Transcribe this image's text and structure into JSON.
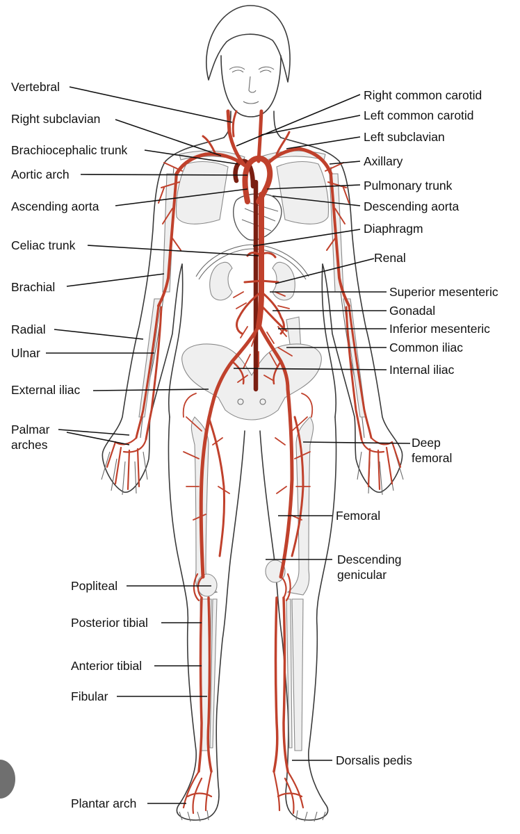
{
  "diagram": {
    "labels": {
      "vertebral": "Vertebral",
      "right_subclavian": "Right subclavian",
      "brachiocephalic_trunk": "Brachiocephalic trunk",
      "aortic_arch": "Aortic arch",
      "ascending_aorta": "Ascending aorta",
      "celiac_trunk": "Celiac trunk",
      "brachial": "Brachial",
      "radial": "Radial",
      "ulnar": "Ulnar",
      "external_iliac": "External iliac",
      "palmar_arches": "Palmar arches",
      "popliteal": "Popliteal",
      "posterior_tibial": "Posterior tibial",
      "anterior_tibial": "Anterior tibial",
      "fibular": "Fibular",
      "plantar_arch": "Plantar arch",
      "right_common_carotid": "Right common carotid",
      "left_common_carotid": "Left common carotid",
      "left_subclavian": "Left subclavian",
      "axillary": "Axillary",
      "pulmonary_trunk": "Pulmonary trunk",
      "descending_aorta": "Descending aorta",
      "diaphragm": "Diaphragm",
      "renal": "Renal",
      "superior_mesenteric": "Superior mesenteric",
      "gonadal": "Gonadal",
      "inferior_mesenteric": "Inferior mesenteric",
      "common_iliac": "Common iliac",
      "internal_iliac": "Internal iliac",
      "deep_femoral": "Deep femoral",
      "femoral": "Femoral",
      "descending_genicular": "Descending genicular",
      "dorsalis_pedis": "Dorsalis pedis"
    },
    "colors": {
      "artery": "#c0412c",
      "artery_outline": "#7a1f12",
      "outline": "#3a3a3a",
      "bone": "#efefef",
      "text": "#111111"
    }
  }
}
